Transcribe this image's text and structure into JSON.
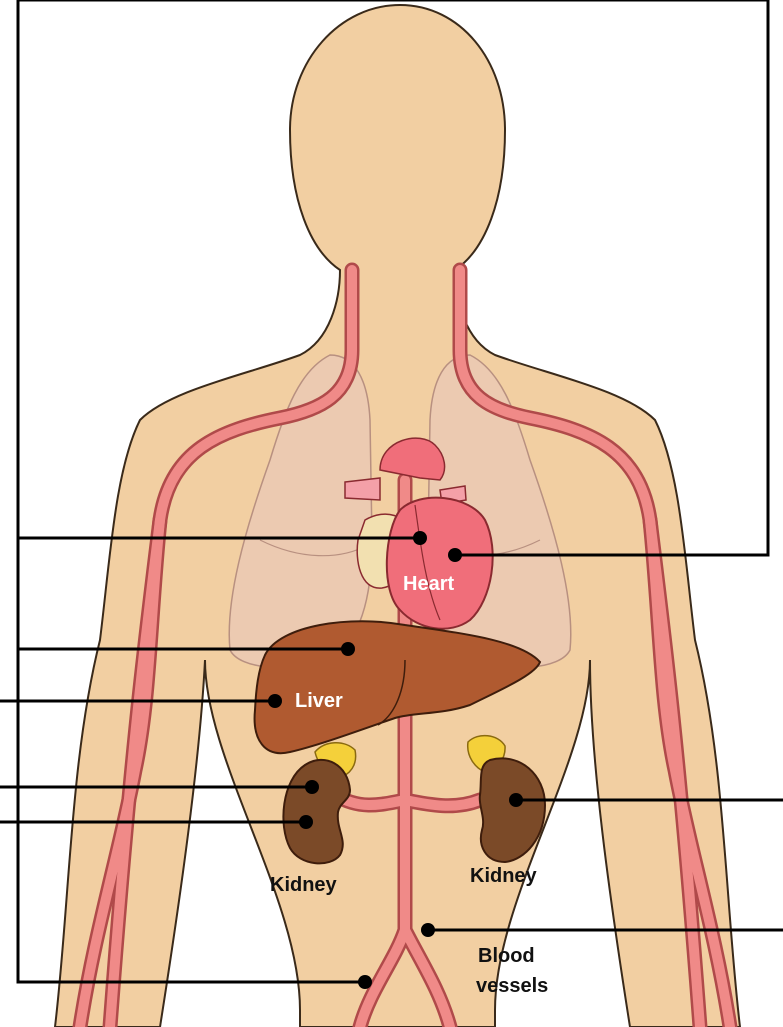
{
  "labels": {
    "heart": "Heart",
    "liver": "Liver",
    "kidney_left": "Kidney",
    "kidney_right": "Kidney",
    "blood_vessels_line1": "Blood",
    "blood_vessels_line2": "vessels"
  },
  "colors": {
    "skin": "#f2cfa2",
    "skin_outline": "#3a2a1a",
    "vessel": "#f08a88",
    "vessel_outline": "#b04a4a",
    "lung": "#e9c8b6",
    "heart": "#f06e7a",
    "liver": "#b05a30",
    "kidney": "#7b4a28",
    "adrenal": "#f4d03a",
    "leader": "#000000"
  }
}
